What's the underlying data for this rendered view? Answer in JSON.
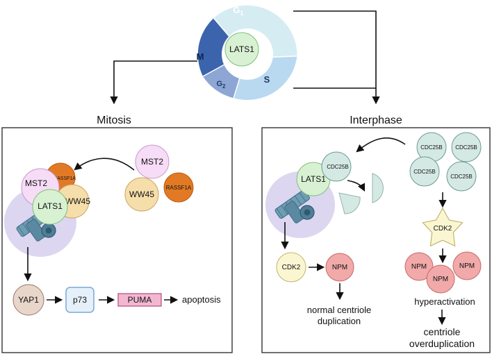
{
  "cycle": {
    "center": "LATS1",
    "phases": {
      "g1": "G",
      "g1_sub": "1",
      "s": "S",
      "g2": "G",
      "g2_sub": "2",
      "m": "M"
    }
  },
  "panels": {
    "mitosis": {
      "title": "Mitosis"
    },
    "interphase": {
      "title": "Interphase"
    }
  },
  "mitosis": {
    "complex": {
      "rassf1a": "RASSF1A",
      "mst2": "MST2",
      "ww45": "WW45",
      "lats1": "LATS1"
    },
    "free": {
      "mst2": "MST2",
      "ww45": "WW45",
      "rassf1a": "RASSF1A"
    },
    "pathway": {
      "yap1": "YAP1",
      "p73": "p73",
      "puma": "PUMA",
      "outcome": "apoptosis"
    }
  },
  "interphase": {
    "complex": {
      "lats1": "LATS1",
      "cdc25b": "CDC25B"
    },
    "cdc25b_pool": [
      "CDC25B",
      "CDC25B",
      "CDC25B",
      "CDC25B"
    ],
    "left_path": {
      "cdk2": "CDK2",
      "npm": "NPM",
      "outcome_line1": "normal centriole",
      "outcome_line2": "duplication"
    },
    "right_path": {
      "cdk2": "CDK2",
      "npm": [
        "NPM",
        "NPM",
        "NPM"
      ],
      "state": "hyperactivation",
      "outcome_line1": "centriole",
      "outcome_line2": "overduplication"
    }
  },
  "colors": {
    "g1": "#d6ecf3",
    "s": "#b9d9f0",
    "g2": "#8ea6d4",
    "m": "#3c64ad",
    "lats1": "#d8f1d3",
    "lats1_stroke": "#7fbf78",
    "mst2": "#f6dcf6",
    "mst2_stroke": "#c69ac6",
    "ww45": "#f6deaa",
    "ww45_stroke": "#caa464",
    "rassf1a": "#e27a25",
    "rassf1a_stroke": "#b85a10",
    "yap1": "#e8d6cb",
    "yap1_stroke": "#9c7c6c",
    "p73": "#e6f0fb",
    "p73_stroke": "#7aa7d4",
    "puma": "#f3b7d2",
    "puma_stroke": "#b44a7a",
    "cdc25b": "#d5e9e4",
    "cdc25b_stroke": "#6a9a90",
    "cdk2": "#fbf6d2",
    "cdk2_stroke": "#bfb56a",
    "npm": "#f1a9a9",
    "npm_stroke": "#c56a6a",
    "halo": "#d8d2ee",
    "centrosome": "#5f8ea6"
  }
}
